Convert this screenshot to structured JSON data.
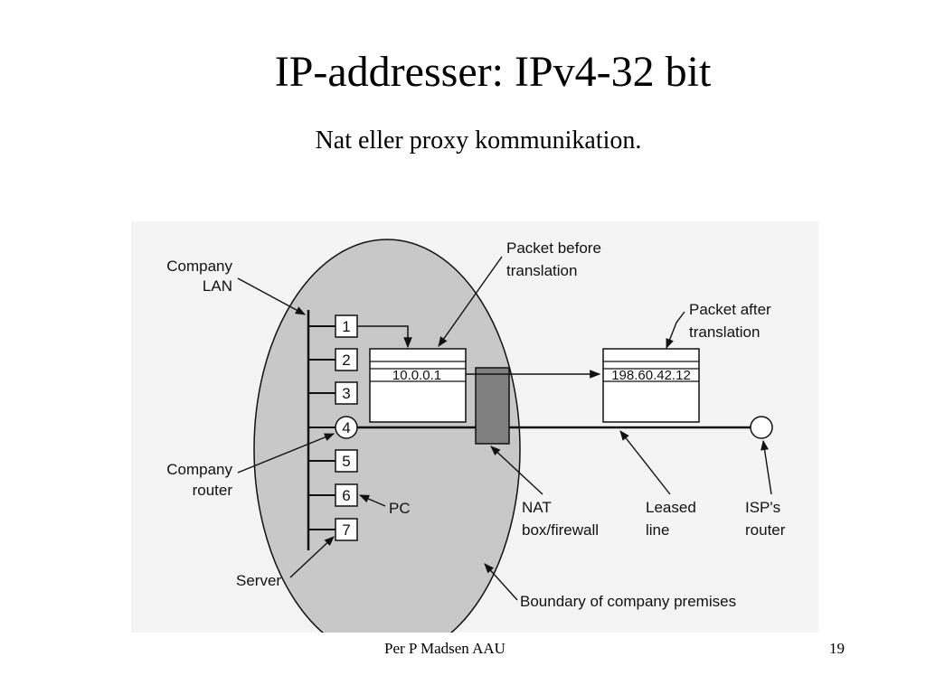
{
  "slide": {
    "title": "IP-addresser: IPv4-32 bit",
    "subtitle": "Nat eller proxy kommunikation.",
    "footer": "Per P Madsen AAU",
    "page_number": "19"
  },
  "diagram": {
    "labels": {
      "company_lan_1": "Company",
      "company_lan_2": "LAN",
      "company_router_1": "Company",
      "company_router_2": "router",
      "server": "Server",
      "pc": "PC",
      "packet_before_1": "Packet before",
      "packet_before_2": "translation",
      "packet_after_1": "Packet after",
      "packet_after_2": "translation",
      "nat_1": "NAT",
      "nat_2": "box/firewall",
      "leased_1": "Leased",
      "leased_2": "line",
      "isp_1": "ISP's",
      "isp_2": "router",
      "boundary": "Boundary of company premises"
    },
    "nodes": [
      "1",
      "2",
      "3",
      "4",
      "5",
      "6",
      "7"
    ],
    "packet_before_address": "10.0.0.1",
    "packet_after_address": "198.60.42.12",
    "colors": {
      "premises": "#c8c8c8",
      "nat_box": "#808080",
      "background": "#f4f4f4"
    }
  }
}
